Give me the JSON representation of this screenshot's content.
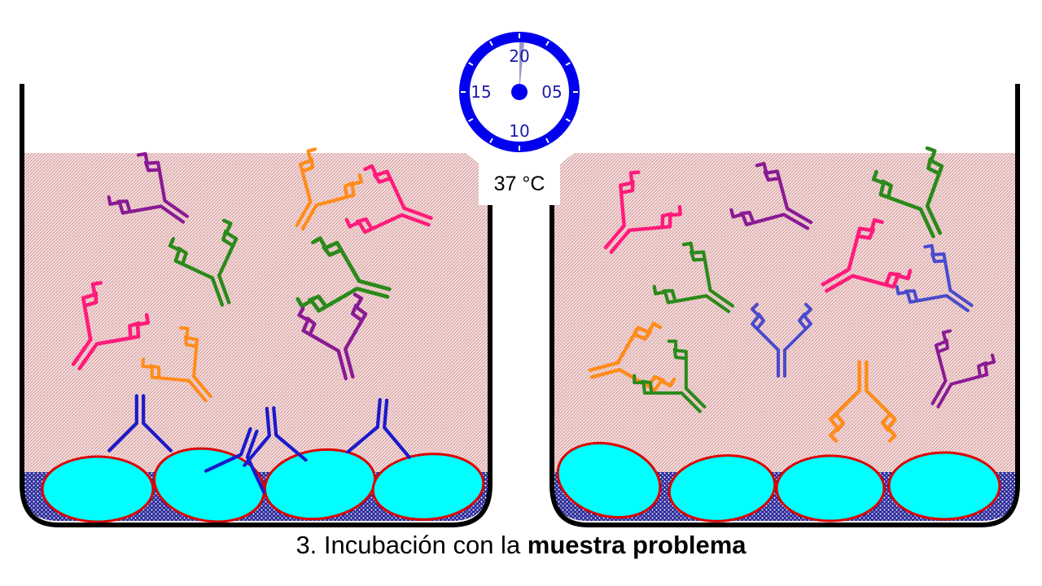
{
  "timer": {
    "labels": [
      "20",
      "05",
      "10",
      "15"
    ],
    "colors": {
      "ring": "#0000ee",
      "text": "#1a1aa8",
      "hand": "#9999cc"
    }
  },
  "temperature": "37 °C",
  "caption": {
    "prefix": "3. Incubación con la ",
    "bold": "muestra problema"
  },
  "colors": {
    "liquid": "#f0d0d0",
    "beads_fill": "#00ffff",
    "beads_stroke": "#dd0000",
    "sediment": "#2a2a9a",
    "antibody_palette": [
      "#ff1b7a",
      "#8a1a94",
      "#2a8a1a",
      "#ff8c1a",
      "#4a4acc",
      "#1a1acc"
    ]
  }
}
